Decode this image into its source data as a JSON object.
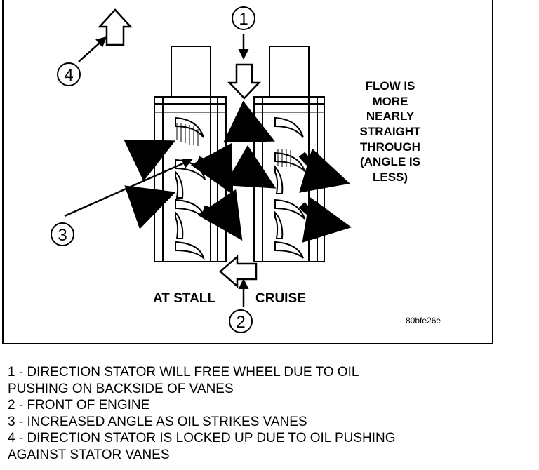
{
  "diagram": {
    "flow_note": [
      "FLOW IS",
      "MORE",
      "NEARLY",
      "STRAIGHT",
      "THROUGH",
      "(ANGLE IS",
      "LESS)"
    ],
    "at_stall_label": "AT STALL",
    "cruise_label": "CRUISE",
    "image_code": "80bfe26e",
    "callouts": [
      "1",
      "2",
      "3",
      "4"
    ]
  },
  "legend": [
    "1 - DIRECTION STATOR WILL FREE WHEEL DUE TO OIL",
    "PUSHING ON BACKSIDE OF VANES",
    "2 - FRONT OF ENGINE",
    "3 - INCREASED ANGLE AS OIL STRIKES VANES",
    "4 - DIRECTION STATOR IS LOCKED UP DUE TO OIL PUSHING",
    "AGAINST STATOR VANES"
  ]
}
